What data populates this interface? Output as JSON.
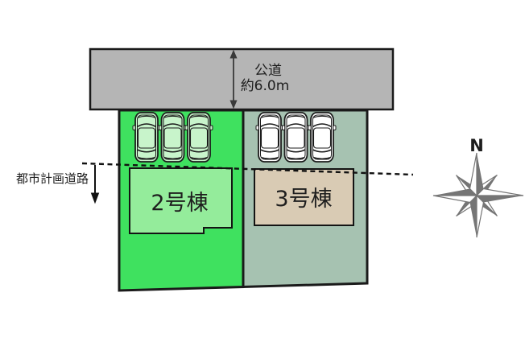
{
  "diagram": {
    "type": "site-plan",
    "road": {
      "label": "公道",
      "width_label": "約6.0m"
    },
    "planning_road": {
      "label": "都市計画道路"
    },
    "lots": {
      "lot2": {
        "label": "2号棟",
        "car_count": 3
      },
      "lot3": {
        "label": "3号棟",
        "car_count": 3
      }
    },
    "compass": {
      "north_label": "N"
    }
  },
  "colors": {
    "road_fill": "#b5b5b5",
    "lot2_fill": "#3fe15f",
    "lot3_fill": "#a6c2b1",
    "building2_fill": "#94ec9b",
    "building3_fill": "#d9cbb4",
    "car2_fill": "#c8f4cb",
    "car3_fill": "#ffffff",
    "outline": "#1a1a1a",
    "compass_fill": "#757575"
  }
}
